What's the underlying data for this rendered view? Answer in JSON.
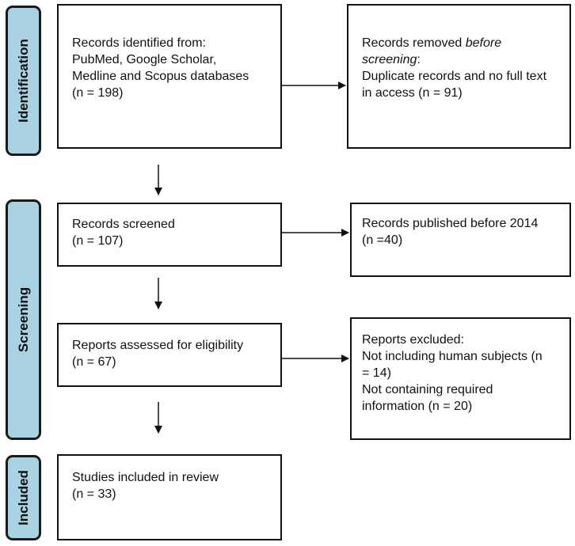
{
  "phases": {
    "identification": "Identification",
    "screening": "Screening",
    "included": "Included"
  },
  "boxes": {
    "identified": {
      "line1": "Records identified from:",
      "line2": "PubMed, Google Scholar,",
      "line3": "Medline and Scopus databases",
      "line4": "(n = 198)"
    },
    "removed": {
      "line1_a": "Records removed ",
      "line1_b": "before",
      "line2_a": "screening",
      "line2_b": ":",
      "line3": "Duplicate records and no full text",
      "line4": "in access (n = 91)"
    },
    "screened": {
      "line1": "Records screened",
      "line2": "(n = 107)"
    },
    "published_before": {
      "line1": "Records published before 2014",
      "line2": "(n =40)"
    },
    "assessed": {
      "line1": "Reports assessed for eligibility",
      "line2": "(n = 67)"
    },
    "excluded": {
      "line1": "Reports excluded:",
      "line2": "Not including human subjects (n",
      "line3": "= 14)",
      "line4": "Not containing required",
      "line5": "information (n = 20)"
    },
    "included": {
      "line1": "Studies included in review",
      "line2": "(n = 33)"
    }
  }
}
